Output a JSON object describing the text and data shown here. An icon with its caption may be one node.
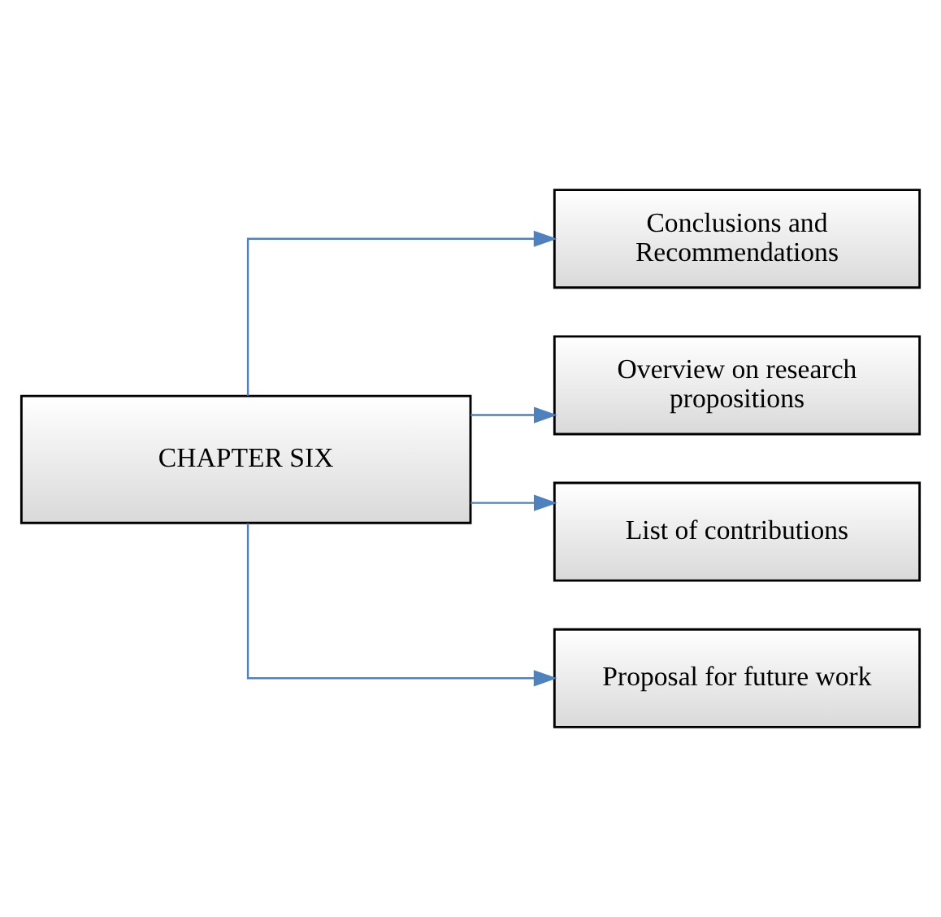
{
  "diagram": {
    "nodes": [
      {
        "text": [
          "CHAPTER SIX"
        ]
      },
      {
        "text": [
          "Conclusions and Recommendations"
        ]
      },
      {
        "text": [
          "Overview on research propositions"
        ]
      },
      {
        "text": [
          "List of contributions"
        ]
      },
      {
        "text": [
          "Proposal for future work"
        ]
      }
    ],
    "edges": [
      {
        "from": 0,
        "to": 1,
        "arrow": "to",
        "color": "#4f81bd"
      },
      {
        "from": 0,
        "to": 2,
        "arrow": "to",
        "color": "#4f81bd"
      },
      {
        "from": 0,
        "to": 3,
        "arrow": "to",
        "color": "#4f81bd"
      },
      {
        "from": 0,
        "to": 4,
        "arrow": "to",
        "color": "#4f81bd"
      }
    ]
  }
}
